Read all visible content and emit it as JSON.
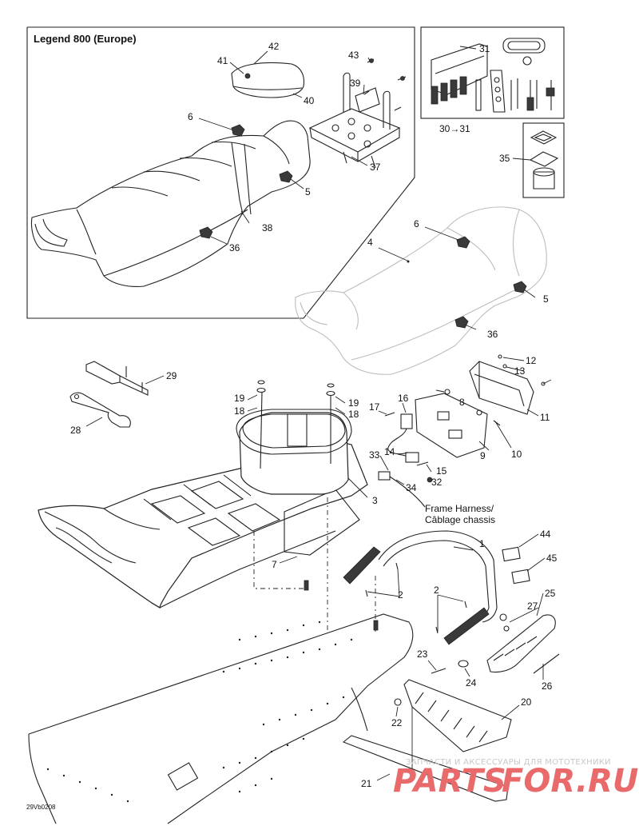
{
  "inset": {
    "title": "Legend 800 (Europe)"
  },
  "callouts": {
    "c1": "1",
    "c2a": "2",
    "c2b": "2",
    "c3": "3",
    "c4": "4",
    "c5a": "5",
    "c5b": "5",
    "c6a": "6",
    "c6b": "6",
    "c7": "7",
    "c8": "8",
    "c9": "9",
    "c10": "10",
    "c11": "11",
    "c12": "12",
    "c13": "13",
    "c14": "14",
    "c15": "15",
    "c16": "16",
    "c17": "17",
    "c18a": "18",
    "c18b": "18",
    "c19a": "19",
    "c19b": "19",
    "c20": "20",
    "c21": "21",
    "c22": "22",
    "c23": "23",
    "c24": "24",
    "c25": "25",
    "c26": "26",
    "c27": "27",
    "c28": "28",
    "c29": "29",
    "c30_31": "30→31",
    "c31": "31",
    "c32": "32",
    "c33": "33",
    "c34": "34",
    "c35": "35",
    "c36a": "36",
    "c36b": "36",
    "c37": "37",
    "c38": "38",
    "c39": "39",
    "c40": "40",
    "c41": "41",
    "c42": "42",
    "c43": "43",
    "c44": "44",
    "c45": "45"
  },
  "harness_label": {
    "line1": "Frame Harness/",
    "line2": "Câblage chassis"
  },
  "drawing_code": "29Vb0208",
  "watermark": {
    "caption": "ЗАПЧАСТИ И АКСЕССУАРЫ ДЛЯ МОТОТЕХНИКИ",
    "logo_left": "PARTS",
    "logo_right": "FOR.RU"
  },
  "colors": {
    "line": "#222222",
    "ghost": "#bdbdbd",
    "watermark_red": "#e86a6a"
  }
}
